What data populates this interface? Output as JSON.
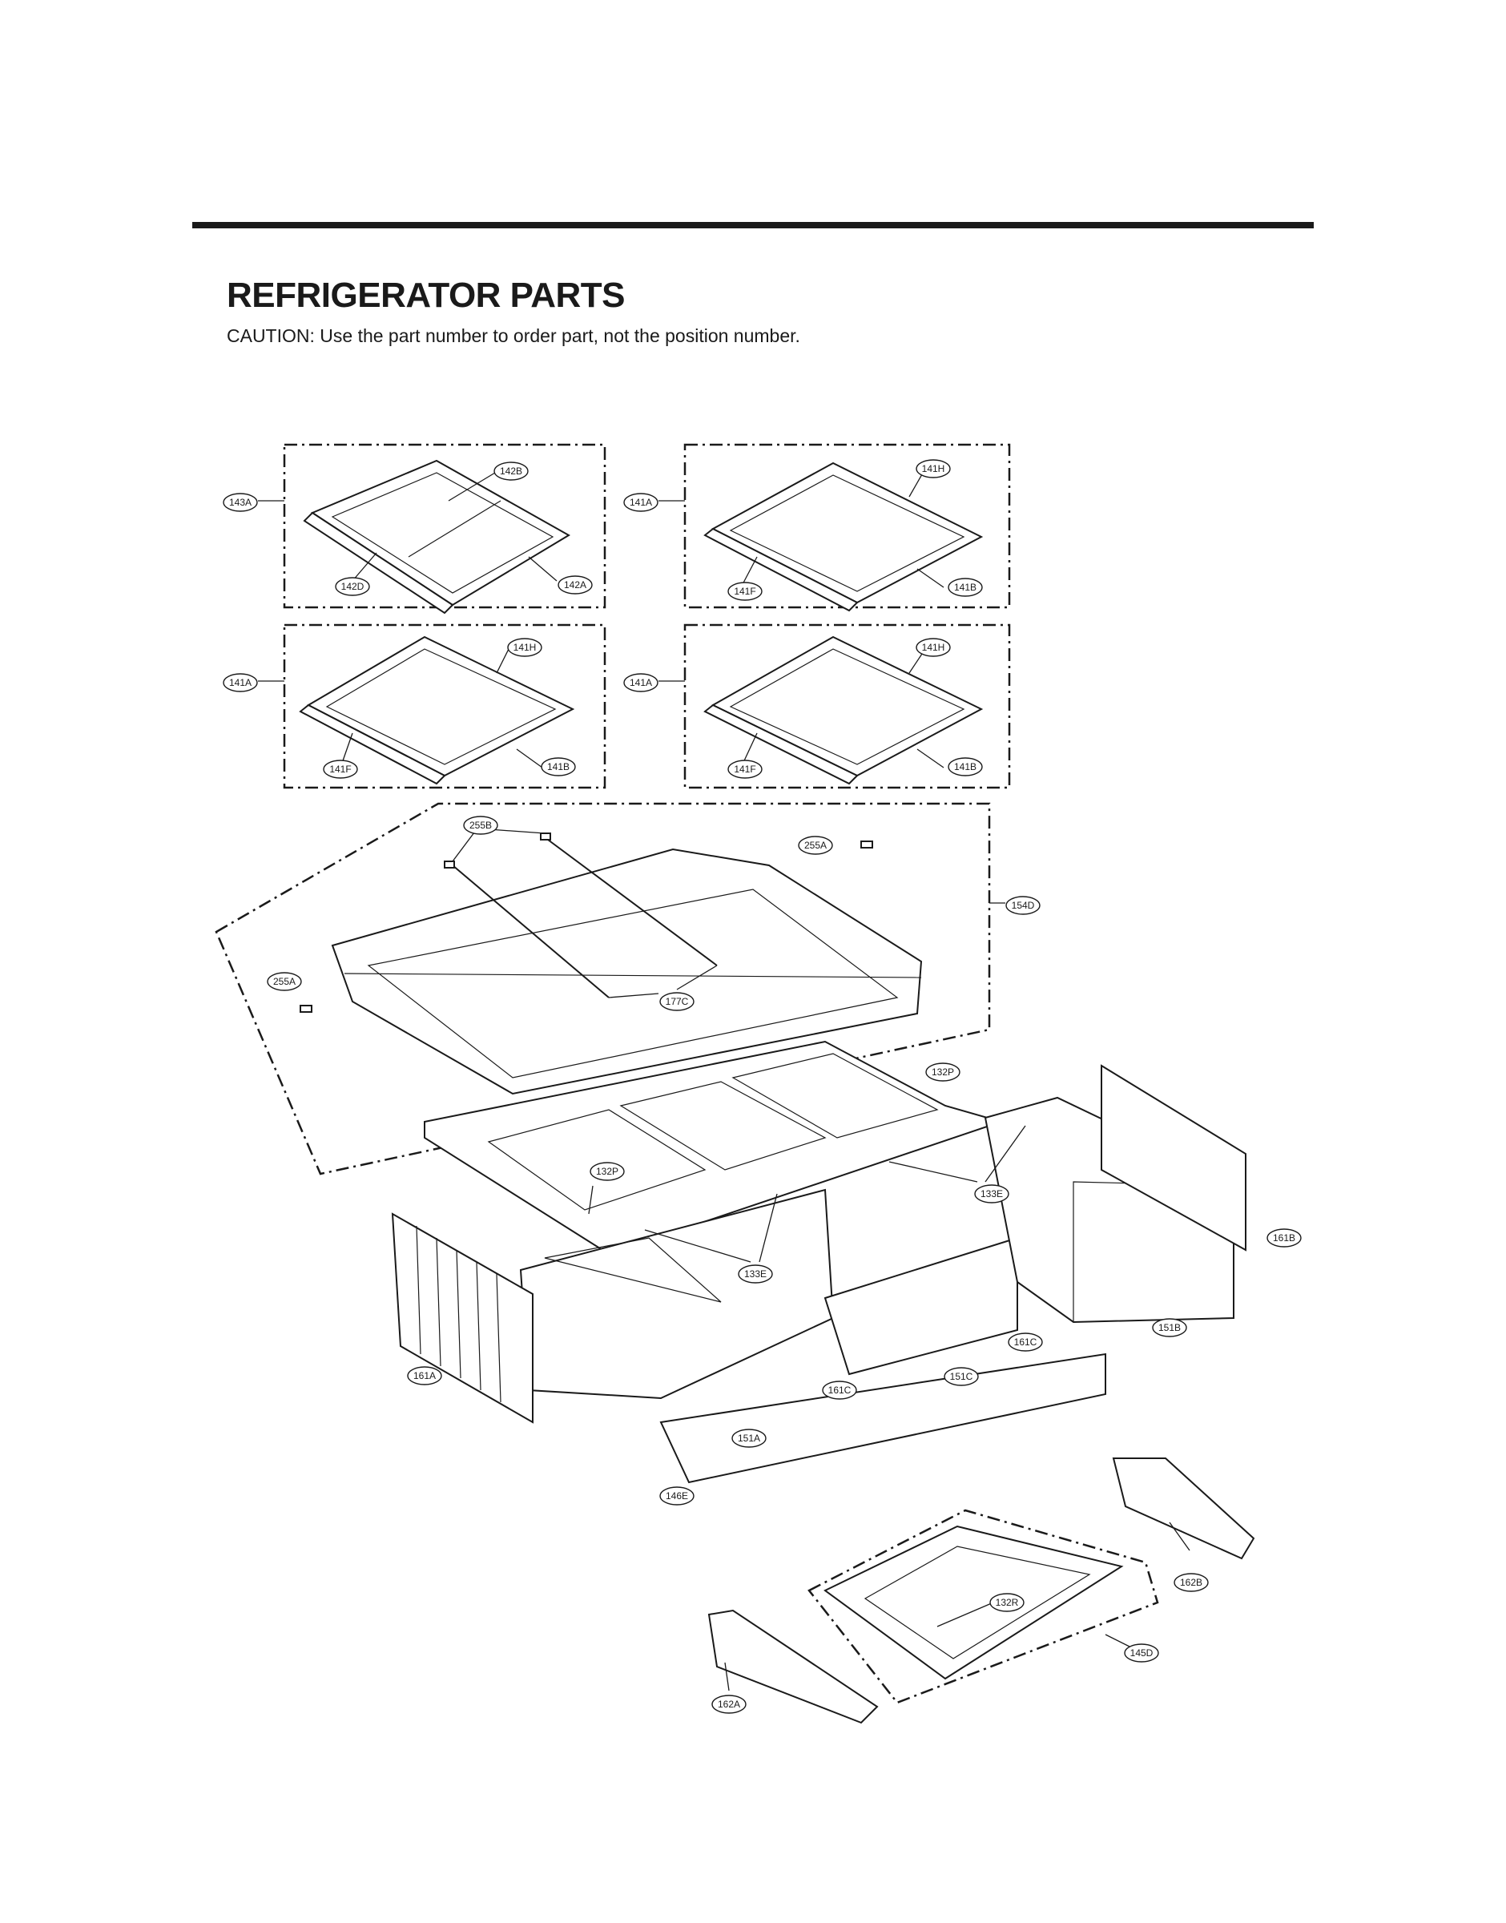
{
  "header": {
    "title": "REFRIGERATOR PARTS",
    "caution": "CAUTION: Use the part number to order part, not the position number."
  },
  "callouts": {
    "c143A": "143A",
    "c142B": "142B",
    "c142D": "142D",
    "c142A": "142A",
    "c141A_1": "141A",
    "c141H_1": "141H",
    "c141F_1": "141F",
    "c141B_1": "141B",
    "c141A_2": "141A",
    "c141H_2": "141H",
    "c141F_2": "141F",
    "c141B_2": "141B",
    "c141A_3": "141A",
    "c141H_3": "141H",
    "c141F_3": "141F",
    "c141B_3": "141B",
    "c255B": "255B",
    "c255A_1": "255A",
    "c255A_2": "255A",
    "c154D": "154D",
    "c177C": "177C",
    "c132P_1": "132P",
    "c132P_2": "132P",
    "c133E_1": "133E",
    "c133E_2": "133E",
    "c161B": "161B",
    "c151B": "151B",
    "c161C_1": "161C",
    "c161C_2": "161C",
    "c151C": "151C",
    "c161A": "161A",
    "c151A": "151A",
    "c146E": "146E",
    "c162B": "162B",
    "c132R": "132R",
    "c145D": "145D",
    "c162A": "162A"
  }
}
